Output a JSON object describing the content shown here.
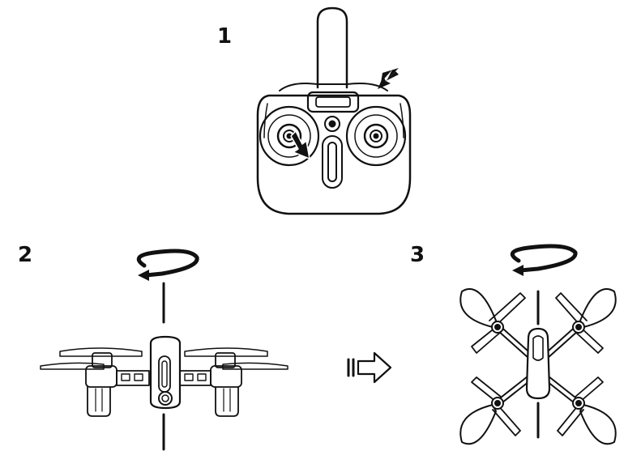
{
  "steps": [
    {
      "label": "1",
      "subject": "remote-controller"
    },
    {
      "label": "2",
      "subject": "drone-front-view"
    },
    {
      "label": "3",
      "subject": "drone-top-view"
    }
  ],
  "colors": {
    "ink": "#111111",
    "paper": "#ffffff"
  },
  "icons": [
    "press-arrow-icon",
    "rotate-arrow-icon",
    "next-step-arrow-icon"
  ]
}
